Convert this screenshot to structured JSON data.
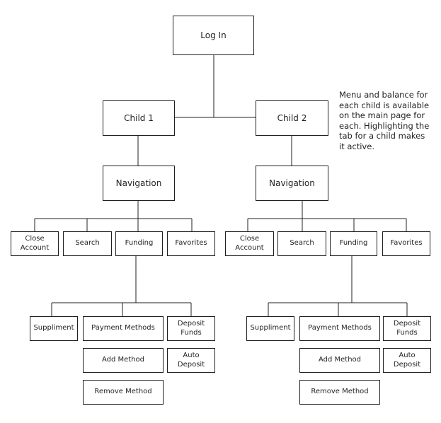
{
  "nodes": {
    "login": "Log In",
    "child1": "Child 1",
    "child2": "Child 2",
    "left": {
      "navigation": "Navigation",
      "close_account": "Close Account",
      "search": "Search",
      "funding": "Funding",
      "favorites": "Favorites",
      "suppliment": "Suppliment",
      "payment_methods": "Payment Methods",
      "deposit_funds": "Deposit Funds",
      "add_method": "Add Method",
      "auto_deposit": "Auto Deposit",
      "remove_method": "Remove Method"
    },
    "right": {
      "navigation": "Navigation",
      "close_account": "Close Account",
      "search": "Search",
      "funding": "Funding",
      "favorites": "Favorites",
      "suppliment": "Suppliment",
      "payment_methods": "Payment Methods",
      "deposit_funds": "Deposit Funds",
      "add_method": "Add Method",
      "auto_deposit": "Auto Deposit",
      "remove_method": "Remove Method"
    }
  },
  "note": "Menu and balance for each child is available on the main page for each. Highlighting the tab for a child makes it active."
}
